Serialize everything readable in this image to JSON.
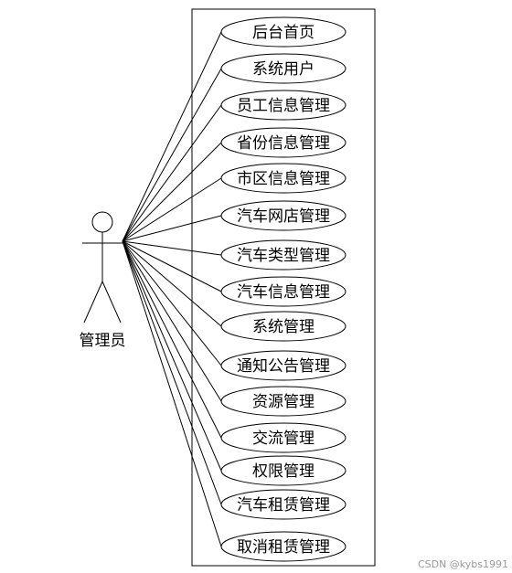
{
  "actor": {
    "label": "管理员"
  },
  "use_cases": [
    {
      "label": "后台首页"
    },
    {
      "label": "系统用户"
    },
    {
      "label": "员工信息管理"
    },
    {
      "label": "省份信息管理"
    },
    {
      "label": "市区信息管理"
    },
    {
      "label": "汽车网店管理"
    },
    {
      "label": "汽车类型管理"
    },
    {
      "label": "汽车信息管理"
    },
    {
      "label": "系统管理"
    },
    {
      "label": "通知公告管理"
    },
    {
      "label": "资源管理"
    },
    {
      "label": "交流管理"
    },
    {
      "label": "权限管理"
    },
    {
      "label": "汽车租赁管理"
    },
    {
      "label": "取消租赁管理"
    }
  ],
  "watermark": "CSDN @kybs1991"
}
